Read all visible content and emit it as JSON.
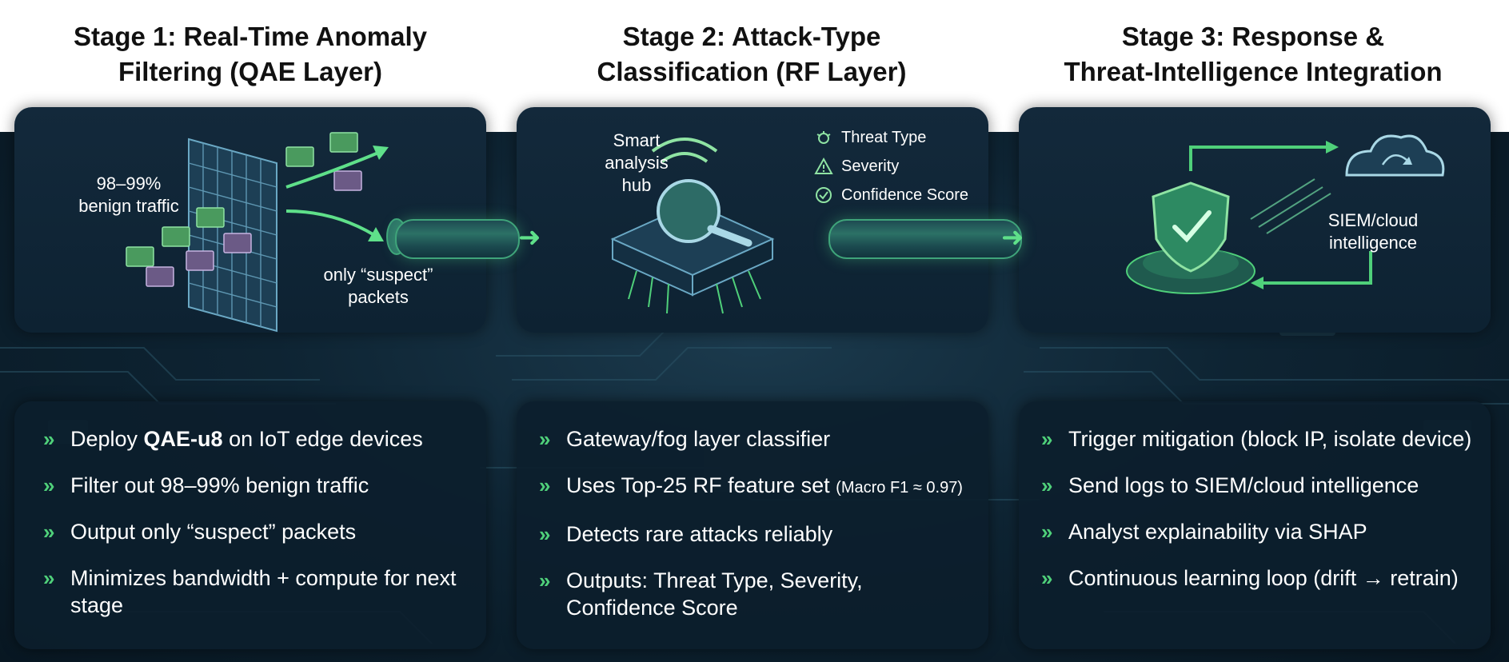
{
  "stages": [
    {
      "title": "Stage 1: Real-Time Anomaly\nFiltering (QAE Layer)",
      "illustration": {
        "left_label": "98–99%\nbenign traffic",
        "right_label": "only “suspect”\npackets"
      },
      "bullets": [
        {
          "pre": "Deploy ",
          "bold": "QAE-u8",
          "post": " on IoT edge devices"
        },
        {
          "pre": "Filter out 98–99% benign traffic",
          "bold": "",
          "post": ""
        },
        {
          "pre": "Output only “suspect” packets",
          "bold": "",
          "post": ""
        },
        {
          "pre": "Minimizes bandwidth + compute for next stage",
          "bold": "",
          "post": ""
        }
      ]
    },
    {
      "title": "Stage 2: Attack-Type\nClassification (RF Layer)",
      "illustration": {
        "hub_label": "Smart\nanalysis\nhub",
        "legend": [
          "Threat Type",
          "Severity",
          "Confidence Score"
        ]
      },
      "bullets": [
        {
          "pre": "Gateway/fog layer classifier",
          "small": ""
        },
        {
          "pre": "Uses Top-25 RF feature set ",
          "small": "(Macro F1 ≈ 0.97)"
        },
        {
          "pre": "Detects rare attacks reliably",
          "small": ""
        },
        {
          "pre": "Outputs: Threat Type, Severity, Confidence Score",
          "small": ""
        }
      ]
    },
    {
      "title": "Stage 3: Response &\nThreat-Intelligence Integration",
      "illustration": {
        "cloud_label": "SIEM/cloud\nintelligence"
      },
      "bullets": [
        {
          "pre": "Trigger mitigation (block IP, isolate device)"
        },
        {
          "pre": "Send logs to SIEM/cloud intelligence"
        },
        {
          "pre": "Analyst explainability via SHAP"
        },
        {
          "pre": "Continuous learning loop (drift → retrain)"
        }
      ]
    }
  ],
  "colors": {
    "accent_green": "#4fd07a",
    "panel_bg": "#13293b",
    "background": "#0e2433"
  },
  "icons": [
    "firewall-grid-icon",
    "envelope-packet-icon",
    "magnifier-chip-icon",
    "wifi-signal-icon",
    "bug-icon",
    "warning-icon",
    "check-circle-icon",
    "shield-check-icon",
    "cloud-sync-icon",
    "chevron-double-right-icon"
  ]
}
